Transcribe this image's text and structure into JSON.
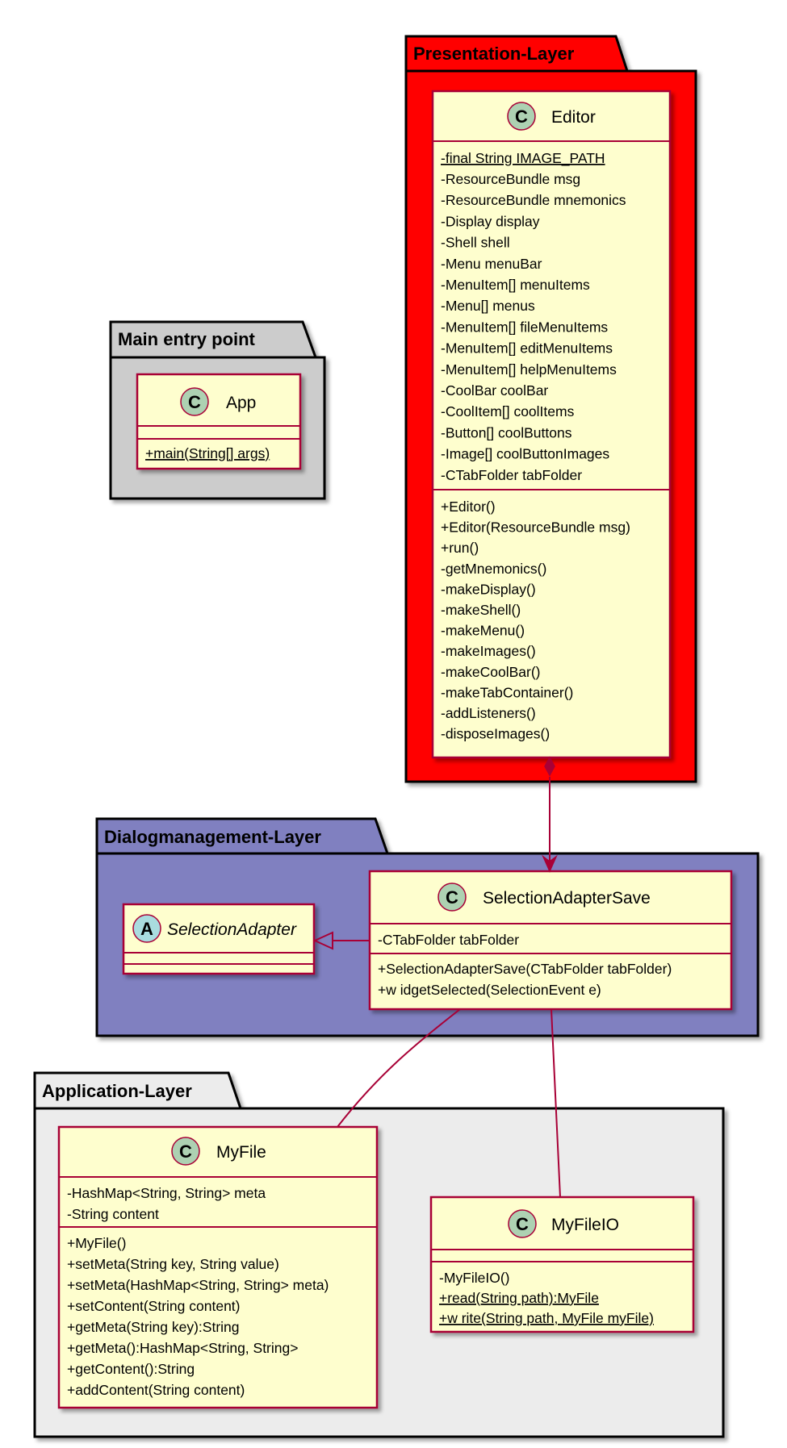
{
  "colors": {
    "class_fill": "#fefece",
    "class_border": "#a80036",
    "presentation_fill": "#ff0000",
    "main_fill": "#cccccc",
    "dialog_fill": "#8080c0",
    "application_fill": "#ececec",
    "class_icon_fill": "#add1b2",
    "abstract_icon_fill": "#a9dcdf"
  },
  "packages": {
    "presentation": "Presentation-Layer",
    "main": "Main entry point",
    "dialog": "Dialogmanagement-Layer",
    "application": "Application-Layer"
  },
  "classes": {
    "editor": {
      "icon": "C",
      "name": "Editor",
      "static_attr": "-final String IMAGE_PATH",
      "attributes": [
        "-ResourceBundle msg",
        "-ResourceBundle mnemonics",
        "-Display display",
        "-Shell shell",
        "-Menu menuBar",
        "-MenuItem[] menuItems",
        "-Menu[] menus",
        "-MenuItem[] fileMenuItems",
        "-MenuItem[] editMenuItems",
        "-MenuItem[] helpMenuItems",
        "-CoolBar coolBar",
        "-CoolItem[] coolItems",
        "-Button[] coolButtons",
        "-Image[] coolButtonImages",
        "-CTabFolder tabFolder"
      ],
      "methods": [
        "+Editor()",
        "+Editor(ResourceBundle msg)",
        "+run()",
        "-getMnemonics()",
        "-makeDisplay()",
        "-makeShell()",
        "-makeMenu()",
        "-makeImages()",
        "-makeCoolBar()",
        "-makeTabContainer()",
        "-addListeners()",
        "-disposeImages()"
      ]
    },
    "app": {
      "icon": "C",
      "name": "App",
      "methods": [
        "+main(String[] args)"
      ]
    },
    "selection_adapter": {
      "icon": "A",
      "name": "SelectionAdapter"
    },
    "selection_adapter_save": {
      "icon": "C",
      "name": "SelectionAdapterSave",
      "attributes": [
        "-CTabFolder tabFolder"
      ],
      "methods": [
        "+SelectionAdapterSave(CTabFolder tabFolder)",
        "+w idgetSelected(SelectionEvent e)"
      ]
    },
    "myfile": {
      "icon": "C",
      "name": "MyFile",
      "attributes": [
        "-HashMap<String, String> meta",
        "-String content"
      ],
      "methods": [
        "+MyFile()",
        "+setMeta(String key, String value)",
        "+setMeta(HashMap<String, String> meta)",
        "+setContent(String content)",
        "+getMeta(String key):String",
        "+getMeta():HashMap<String, String>",
        "+getContent():String",
        "+addContent(String content)"
      ]
    },
    "myfileio": {
      "icon": "C",
      "name": "MyFileIO",
      "methods": [
        "-MyFileIO()",
        "+read(String path):MyFile",
        "+w rite(String path, MyFile myFile)"
      ]
    }
  }
}
